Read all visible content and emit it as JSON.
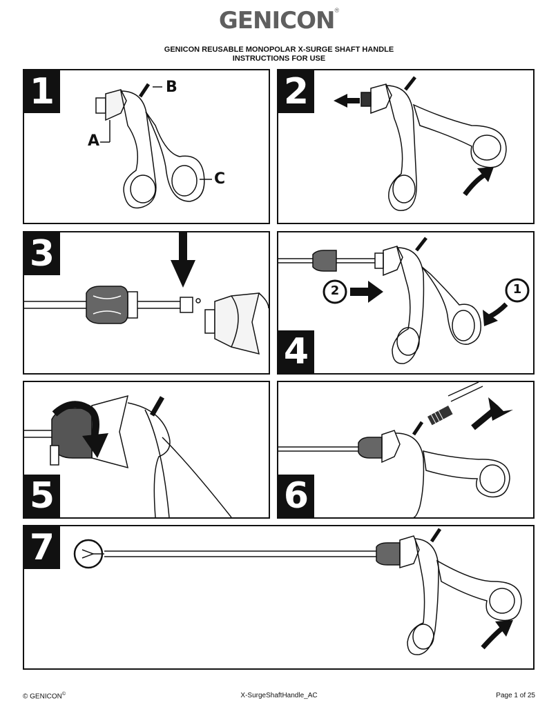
{
  "header": {
    "logo_text": "GENICON",
    "logo_mark": "®",
    "title_line1": "GENICON REUSABLE MONOPOLAR X-SURGE SHAFT HANDLE",
    "title_line2": "INSTRUCTIONS FOR USE"
  },
  "steps": [
    {
      "number": "1",
      "labels": {
        "a": "A",
        "b": "B",
        "c": "C"
      }
    },
    {
      "number": "2"
    },
    {
      "number": "3"
    },
    {
      "number": "4",
      "sub_steps": [
        "2",
        "1"
      ]
    },
    {
      "number": "5"
    },
    {
      "number": "6"
    },
    {
      "number": "7"
    }
  ],
  "footer": {
    "copyright": "© GENICON",
    "copyright_mark": "©",
    "doc_id": "X-SurgeShaftHandle_AC",
    "page": "Page 1 of 25"
  }
}
